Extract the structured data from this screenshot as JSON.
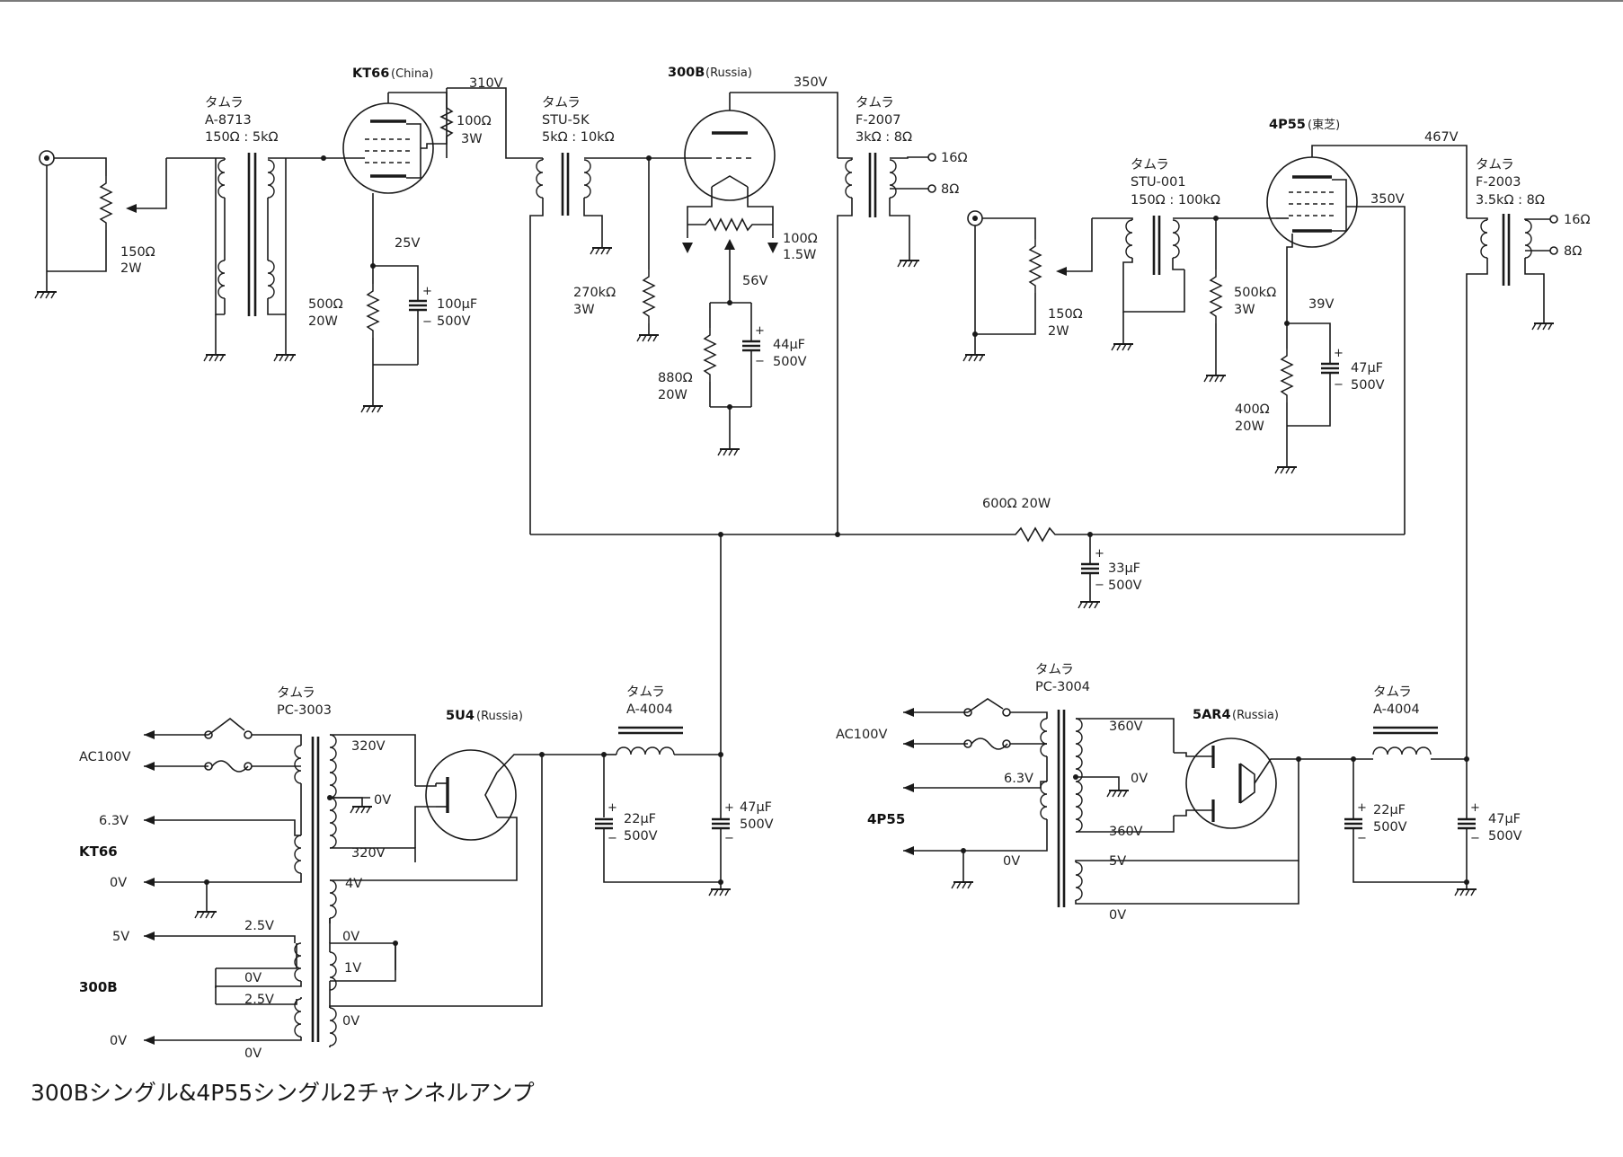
{
  "title": "300Bシングル&4P55シングル2チャンネルアンプ",
  "tubes": {
    "kt66": {
      "name": "KT66",
      "origin": "(China)"
    },
    "t300b": {
      "name": "300B",
      "origin": "(Russia)"
    },
    "t4p55": {
      "name": "4P55",
      "origin": "(東芝)"
    },
    "t5u4": {
      "name": "5U4",
      "origin": "(Russia)"
    },
    "t5ar4": {
      "name": "5AR4",
      "origin": "(Russia)"
    }
  },
  "transformers": {
    "in1": {
      "maker": "タムラ",
      "model": "A-8713",
      "ratio": "150Ω : 5kΩ"
    },
    "ic1": {
      "maker": "タムラ",
      "model": "STU-5K",
      "ratio": "5kΩ : 10kΩ"
    },
    "out1": {
      "maker": "タムラ",
      "model": "F-2007",
      "ratio": "3kΩ : 8Ω"
    },
    "in2": {
      "maker": "タムラ",
      "model": "STU-001",
      "ratio": "150Ω : 100kΩ"
    },
    "out2": {
      "maker": "タムラ",
      "model": "F-2003",
      "ratio": "3.5kΩ : 8Ω"
    },
    "pt1": {
      "maker": "タムラ",
      "model": "PC-3003"
    },
    "pt2": {
      "maker": "タムラ",
      "model": "PC-3004"
    },
    "ch1": {
      "maker": "タムラ",
      "model": "A-4004"
    },
    "ch2": {
      "maker": "タムラ",
      "model": "A-4004"
    }
  },
  "voltages": {
    "v310": "310V",
    "v350a": "350V",
    "v25": "25V",
    "v56": "56V",
    "v467": "467V",
    "v350b": "350V",
    "v39": "39V"
  },
  "components": {
    "r150a": {
      "value": "150Ω",
      "rating": "2W"
    },
    "r100a": {
      "value": "100Ω",
      "rating": "3W"
    },
    "r500": {
      "value": "500Ω",
      "rating": "20W"
    },
    "c100": {
      "value": "100μF",
      "rating": "500V"
    },
    "r270k": {
      "value": "270kΩ",
      "rating": "3W"
    },
    "r100b": {
      "value": "100Ω",
      "rating": "1.5W"
    },
    "r880": {
      "value": "880Ω",
      "rating": "20W"
    },
    "c44": {
      "value": "44μF",
      "rating": "500V"
    },
    "r150b": {
      "value": "150Ω",
      "rating": "2W"
    },
    "r500k": {
      "value": "500kΩ",
      "rating": "3W"
    },
    "r400": {
      "value": "400Ω",
      "rating": "20W"
    },
    "c47a": {
      "value": "47μF",
      "rating": "500V"
    },
    "r600": {
      "value": "600Ω 20W"
    },
    "c33": {
      "value": "33μF",
      "rating": "500V"
    },
    "c22a": {
      "value": "22μF",
      "rating": "500V"
    },
    "c47b": {
      "value": "47μF",
      "rating": "500V"
    },
    "c22b": {
      "value": "22μF",
      "rating": "500V"
    },
    "c47c": {
      "value": "47μF",
      "rating": "500V"
    }
  },
  "outputs": {
    "o16a": "16Ω",
    "o8a": "8Ω",
    "o16b": "16Ω",
    "o8b": "8Ω"
  },
  "ps1": {
    "ac": "AC100V",
    "h63": "6.3V",
    "kt66": "KT66",
    "zero1": "0V",
    "five": "5V",
    "t300b": "300B",
    "zero2": "0V",
    "w320a": "320V",
    "w0": "0V",
    "w320b": "320V",
    "w4": "4V",
    "w0b": "0V",
    "w1": "1V",
    "w0c": "0V",
    "w25a": "2.5V",
    "w0d": "0V",
    "w25b": "2.5V",
    "w0e": "0V"
  },
  "ps2": {
    "ac": "AC100V",
    "h63": "6.3V",
    "t4p55": "4P55",
    "zero": "0V",
    "w360a": "360V",
    "w0": "0V",
    "w360b": "360V",
    "w5": "5V",
    "w0b": "0V"
  },
  "colors": {
    "ink": "#1a1a1a",
    "background": "#ffffff"
  }
}
